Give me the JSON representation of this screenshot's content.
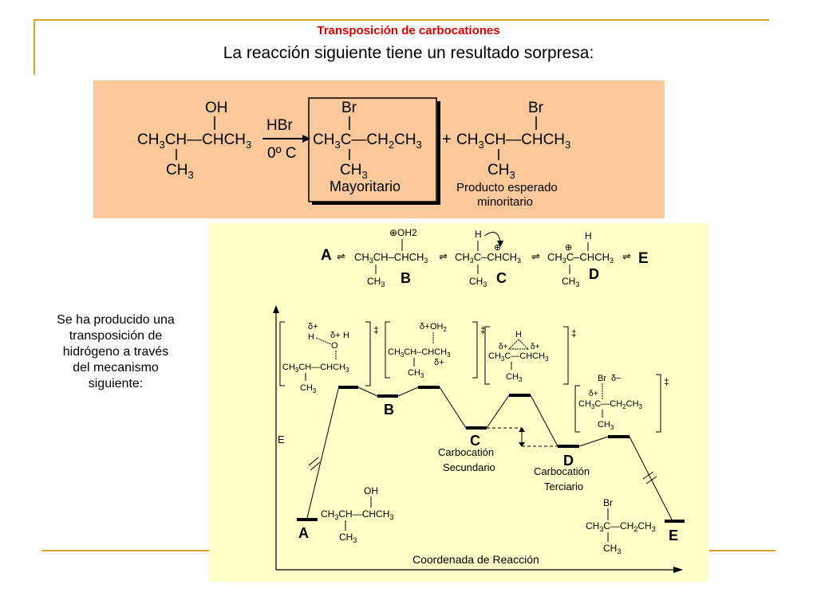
{
  "slide": {
    "title": "Transposición de carbocationes",
    "subtitle": "La reacción siguiente tiene un resultado sorpresa:",
    "side_note": "Se ha producido una transposición de hidrógeno a través del mecanismo siguiente:"
  },
  "reaction": {
    "reactant": {
      "top": "OH",
      "main": "CH3CH—CHCH3",
      "bottom": "CH3"
    },
    "reagent": "HBr",
    "conditions": "0º C",
    "major_product": {
      "top": "Br",
      "main": "CH3C—CH2CH3",
      "bottom": "CH3",
      "label": "Mayoritario"
    },
    "plus": "+",
    "minor_product": {
      "top": "Br",
      "main": "CH3CH—CHCH3",
      "bottom": "CH3",
      "label": "Producto esperado minoritario"
    }
  },
  "mechanism": {
    "letters": [
      "A",
      "B",
      "C",
      "D",
      "E"
    ],
    "b": {
      "top": "⊕OH2",
      "main": "CH3CH–CHCH3",
      "bottom": "CH3"
    },
    "c": {
      "top": "H",
      "charge": "⊕",
      "main": "CH3C–CHCH3",
      "bottom": "CH3"
    },
    "d": {
      "top": "H",
      "charge": "⊕",
      "main": "CH3C–CHCH3",
      "bottom": "CH3"
    }
  },
  "energy_diagram": {
    "y_axis_label": "E",
    "x_axis_label": "Coordenada de Reacción",
    "states": [
      {
        "letter": "A",
        "name": ""
      },
      {
        "letter": "B",
        "name": ""
      },
      {
        "letter": "C",
        "name": "Carbocatión Secundario"
      },
      {
        "letter": "D",
        "name": "Carbocatión Terciario"
      },
      {
        "letter": "E",
        "name": ""
      }
    ],
    "ts_symbol": "‡",
    "delta_plus": "δ+",
    "delta_minus": "δ−"
  }
}
